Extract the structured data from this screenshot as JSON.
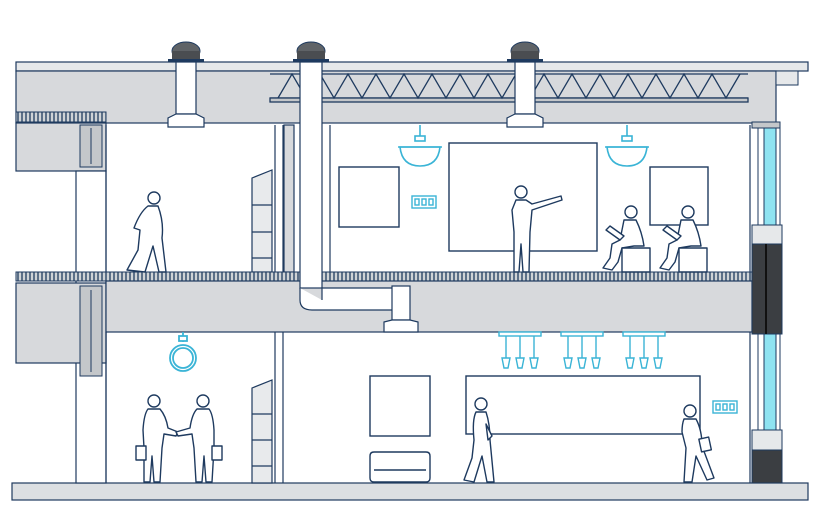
{
  "diagram": {
    "kind": "building-cross-section",
    "floors": [
      {
        "level": "upper",
        "rooms": [
          {
            "name": "corridor",
            "people": [
              "walking-person"
            ]
          },
          {
            "name": "meeting-room",
            "people": [
              "presenter",
              "seated-person",
              "seated-person"
            ],
            "fixtures": [
              "pendant-lamp",
              "pendant-lamp",
              "light-switch",
              "whiteboard",
              "wall-frame",
              "wall-frame"
            ]
          }
        ]
      },
      {
        "level": "lower",
        "rooms": [
          {
            "name": "lobby",
            "people": [
              "handshake-person",
              "handshake-person"
            ],
            "fixtures": [
              "ring-lamp"
            ]
          },
          {
            "name": "open-space",
            "people": [
              "walking-person",
              "walking-person"
            ],
            "fixtures": [
              "pendant-cluster",
              "pendant-cluster",
              "pendant-cluster",
              "light-switch",
              "wall-frame",
              "low-cabinet"
            ]
          }
        ]
      }
    ],
    "roof_vents": 3,
    "colors": {
      "outline": "#1e3a5f",
      "structure_fill": "#d7d9dc",
      "structure_dark": "#b9bcc0",
      "accent": "#3ab4d6",
      "glass": "#8fe3f1",
      "background": "#ffffff"
    }
  }
}
